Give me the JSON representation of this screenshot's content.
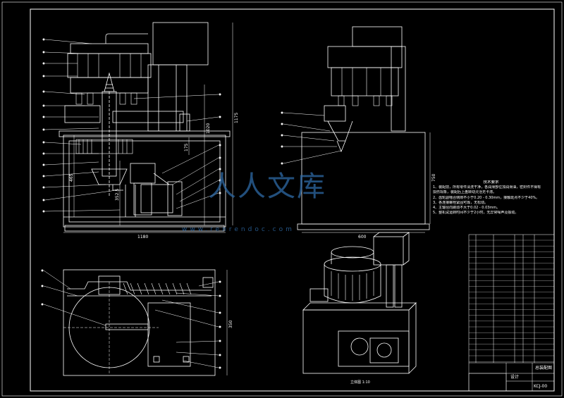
{
  "drawing": {
    "dimensions": {
      "front_height_total": "1175",
      "front_height_upper": "1020",
      "front_height_mid": "465",
      "front_height_inner": "352.5",
      "front_width": "1180",
      "side_height": "750",
      "side_width": "600",
      "plan_depth": "350",
      "small_top": "175"
    },
    "tech_notes": {
      "title": "技术要求",
      "lines": [
        "1、装配前，所有零件清洗干净，各润滑部位加润滑油，密封件不得有",
        "   损伤现象，装配后上盘转动灵活无卡滞。",
        "2、齿轮副啮合侧隙不小于0.20 - 0.30mm，接触斑点不少于40%。",
        "3、各连接螺栓紧固可靠，无松动。",
        "4、主轴径向跳动不大于0.02 - 0.03mm。",
        "5、整机试运转时间不少于2小时，无异常噪声及振动。"
      ]
    },
    "view_caption": "立体图 1:10",
    "watermark": {
      "text": "人人文库",
      "url": "www.renrendoc.com"
    },
    "title_block": {
      "drawing_name": "总装配图",
      "designer_label": "设计",
      "drawing_no": "KCJ-00"
    }
  }
}
